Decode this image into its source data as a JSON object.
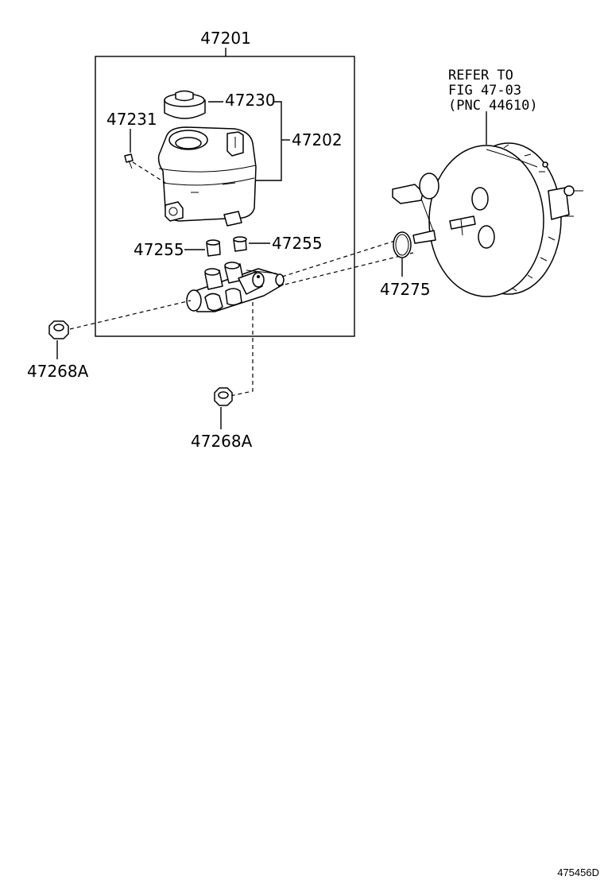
{
  "diagram": {
    "assembly_label": "47201",
    "labels": {
      "reservoir_cap": "47230",
      "reservoir_pin": "47231",
      "reservoir": "47202",
      "grommet_left": "47255",
      "grommet_right": "47255",
      "oring": "47275",
      "nut_left": "47268A",
      "nut_bottom": "47268A"
    },
    "refer_note": {
      "line1": "REFER TO",
      "line2": "FIG 47-03",
      "line3": "(PNC 44610)"
    },
    "figure_code": "475456D"
  }
}
